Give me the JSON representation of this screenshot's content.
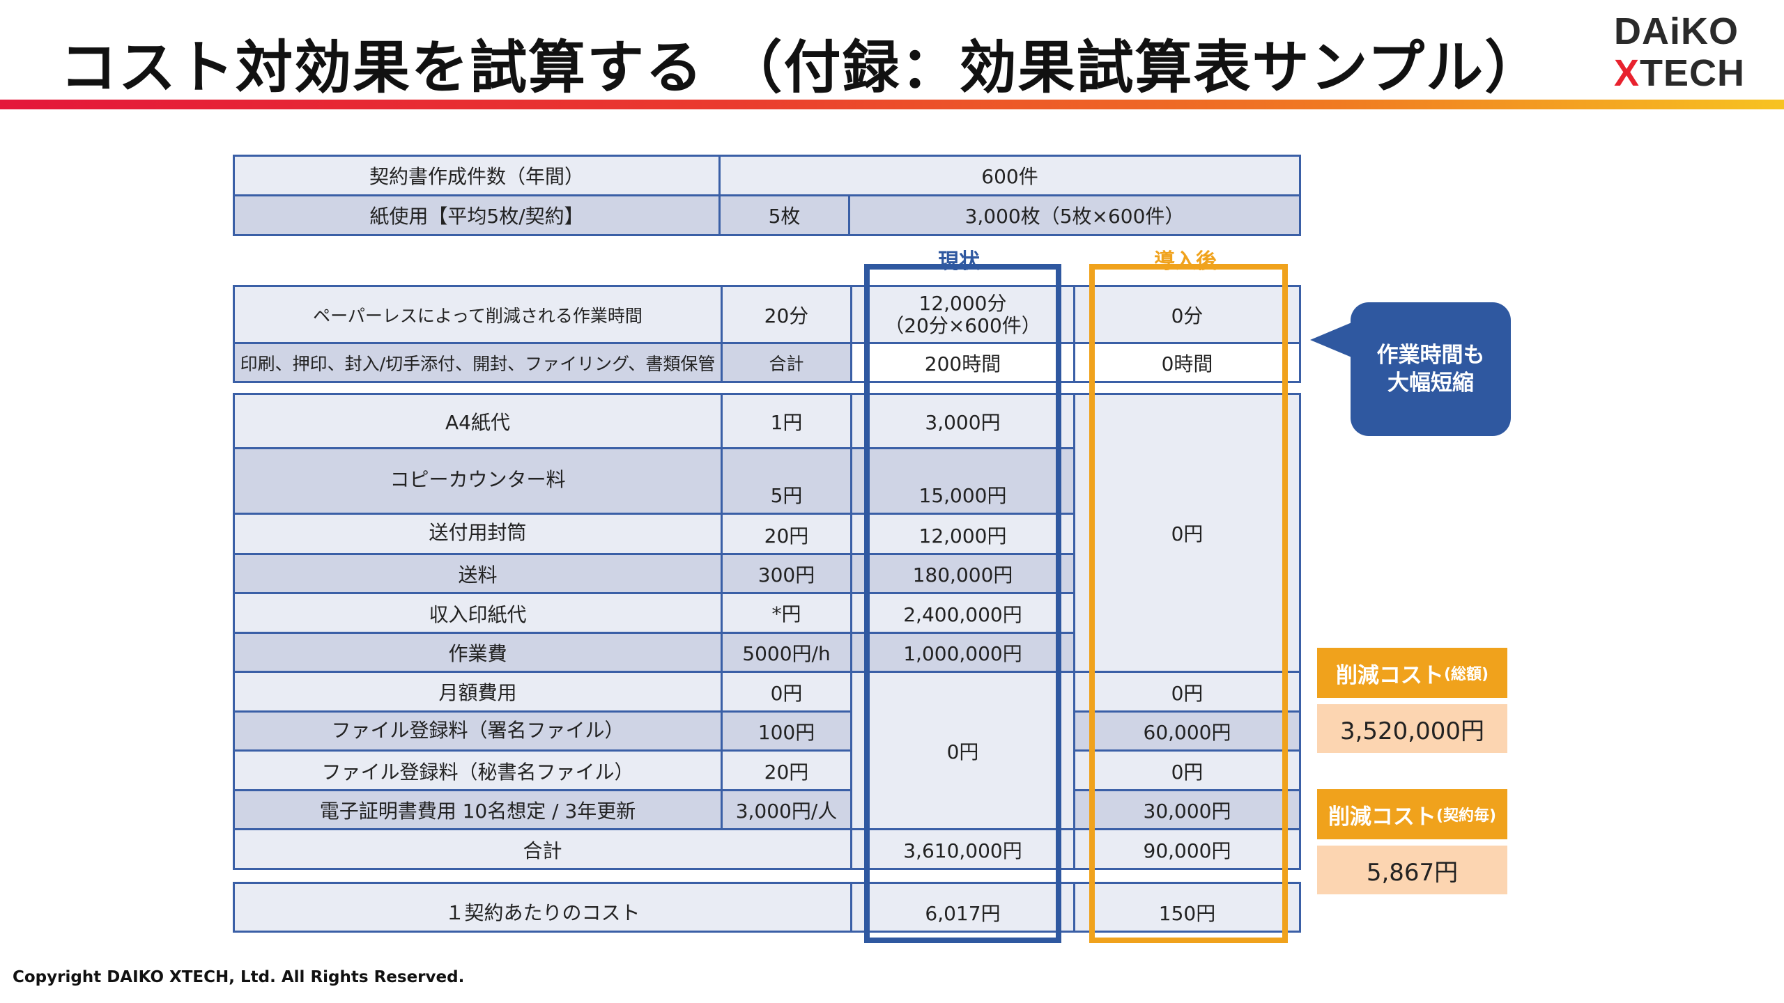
{
  "header": {
    "title": "コスト対効果を試算する （付録：効果試算表サンプル）",
    "logo_line1": "DAiKO",
    "logo_x": "X",
    "logo_line2_rest": "TECH"
  },
  "summary": {
    "contracts_label": "契約書作成件数（年間）",
    "contracts_value": "600件",
    "paper_label": "紙使用【平均5枚/契約】",
    "paper_unit": "5枚",
    "paper_total": "3,000枚（5枚×600件）"
  },
  "columns": {
    "current": "現状",
    "after": "導入後"
  },
  "work": {
    "row_label": "ペーパーレスによって削減される作業時間",
    "row_unit": "20分",
    "row_current": "12,000分",
    "row_current_sub": "（20分×600件）",
    "row_after": "0分",
    "tasks_label": "印刷、押印、封入/切手添付、開封、ファイリング、書類保管",
    "tasks_unit": "合計",
    "tasks_current": "200時間",
    "tasks_after": "0時間"
  },
  "costs": {
    "a4": {
      "label": "A4紙代",
      "unit": "1円",
      "current": "3,000円"
    },
    "copy": {
      "label": "コピーカウンター料",
      "unit": "5円",
      "current": "15,000円"
    },
    "envelope": {
      "label": "送付用封筒",
      "unit": "20円",
      "current": "12,000円"
    },
    "postage": {
      "label": "送料",
      "unit": "300円",
      "current": "180,000円"
    },
    "stamp": {
      "label": "収入印紙代",
      "unit": "*円",
      "current": "2,400,000円"
    },
    "labor": {
      "label": "作業費",
      "unit": "5000円/h",
      "current": "1,000,000円"
    },
    "after_paper_total": "0円",
    "monthly": {
      "label": "月額費用",
      "unit": "0円",
      "after": "0円"
    },
    "file_signed": {
      "label": "ファイル登録料（署名ファイル）",
      "unit": "100円",
      "after": "60,000円"
    },
    "file_secret": {
      "label": "ファイル登録料（秘書名ファイル）",
      "unit": "20円",
      "after": "0円"
    },
    "cert": {
      "label": "電子証明書費用 10名想定 / 3年更新",
      "unit": "3,000円/人",
      "after": "30,000円"
    },
    "current_system_total": "0円",
    "total": {
      "label": "合計",
      "current": "3,610,000円",
      "after": "90,000円"
    },
    "per_contract": {
      "label": "１契約あたりのコスト",
      "current": "6,017円",
      "after": "150円"
    }
  },
  "callout": {
    "line1": "作業時間も",
    "line2": "大幅短縮"
  },
  "savings": {
    "total_title": "削減コスト",
    "total_sub": "(総額)",
    "total_value": "3,520,000円",
    "per_title": "削減コスト",
    "per_sub": "(契約毎)",
    "per_value": "5,867円"
  },
  "footer": {
    "copyright": "Copyright DAIKO XTECH, Ltd. All Rights Reserved."
  },
  "colors": {
    "accent_blue": "#2f58a0",
    "accent_orange": "#f0a21c",
    "light_orange": "#fcd5b1"
  }
}
